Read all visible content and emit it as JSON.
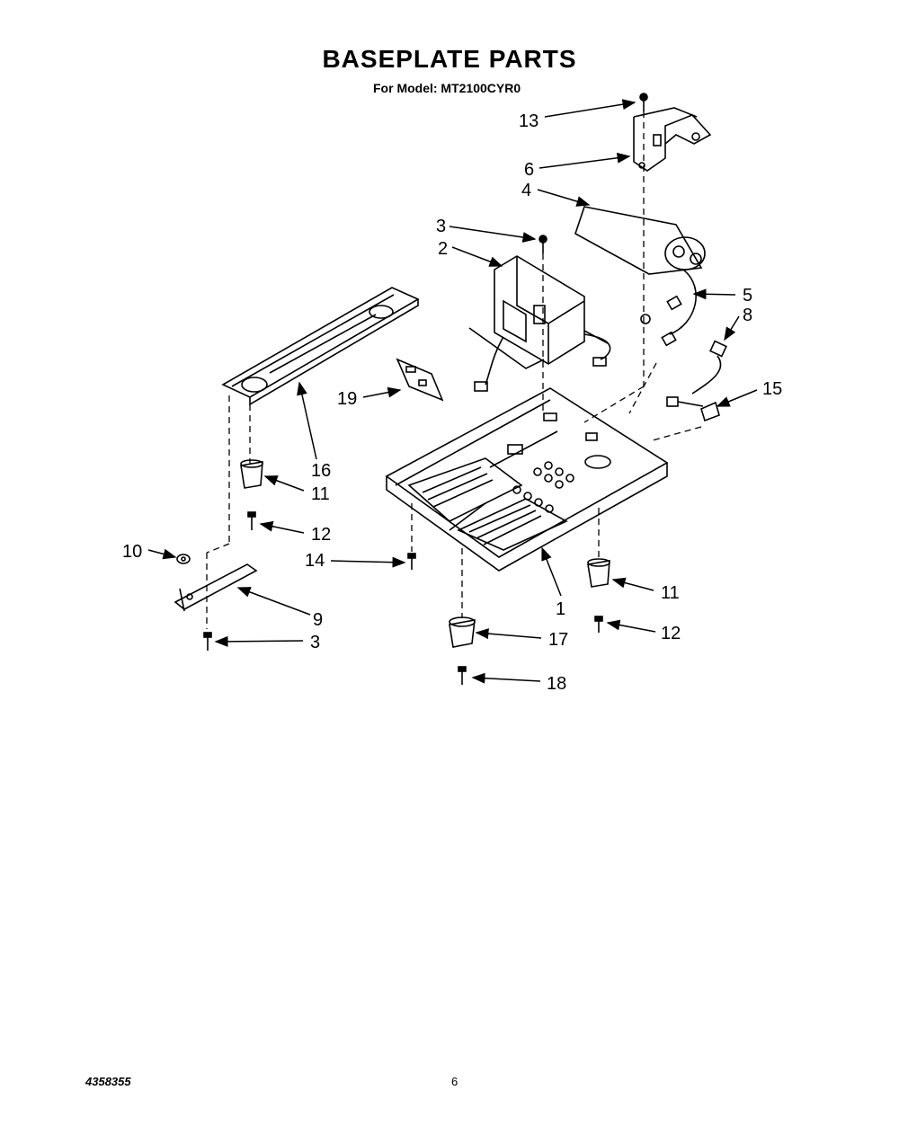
{
  "header": {
    "title": "BASEPLATE PARTS",
    "subtitle": "For Model: MT2100CYR0"
  },
  "footer": {
    "part_number": "4358355",
    "page_number": "6"
  },
  "callouts": {
    "c13": "13",
    "c6": "6",
    "c4": "4",
    "c3a": "3",
    "c2": "2",
    "c5": "5",
    "c8": "8",
    "c15": "15",
    "c19": "19",
    "c16": "16",
    "c11a": "11",
    "c12a": "12",
    "c10": "10",
    "c14": "14",
    "c9": "9",
    "c3b": "3",
    "c1": "1",
    "c11b": "11",
    "c12b": "12",
    "c17": "17",
    "c18": "18"
  }
}
